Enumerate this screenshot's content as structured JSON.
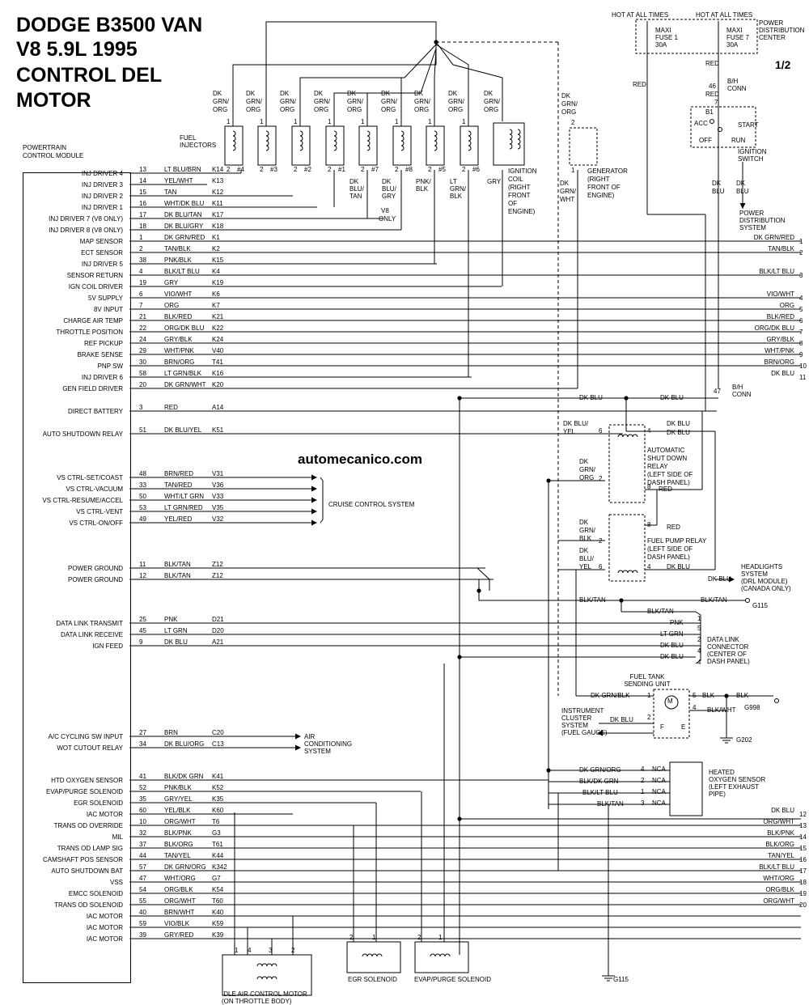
{
  "header": {
    "title_lines": [
      "DODGE B3500 VAN",
      "V8 5.9L 1995",
      "CONTROL DEL",
      "MOTOR"
    ],
    "page": "1/2",
    "watermark": "automecanico.com"
  },
  "pcm": {
    "title_lines": [
      "POWERTRAIN",
      "CONTROL MODULE"
    ],
    "pins": [
      {
        "label": "INJ DRIVER 4",
        "pin": "13",
        "color": "LT BLU/BRN",
        "circuit": "K14"
      },
      {
        "label": "INJ DRIVER 3",
        "pin": "14",
        "color": "YEL/WHT",
        "circuit": "K13"
      },
      {
        "label": "INJ DRIVER 2",
        "pin": "15",
        "color": "TAN",
        "circuit": "K12"
      },
      {
        "label": "INJ DRIVER 1",
        "pin": "16",
        "color": "WHT/DK BLU",
        "circuit": "K11"
      },
      {
        "label": "INJ DRIVER 7 (V8 ONLY)",
        "pin": "17",
        "color": "DK BLU/TAN",
        "circuit": "K17"
      },
      {
        "label": "INJ DRIVER 8 (V8 ONLY)",
        "pin": "18",
        "color": "DK BLU/GRY",
        "circuit": "K18"
      },
      {
        "label": "MAP SENSOR",
        "pin": "1",
        "color": "DK GRN/RED",
        "circuit": "K1"
      },
      {
        "label": "ECT SENSOR",
        "pin": "2",
        "color": "TAN/BLK",
        "circuit": "K2"
      },
      {
        "label": "INJ DRIVER 5",
        "pin": "38",
        "color": "PNK/BLK",
        "circuit": "K15"
      },
      {
        "label": "SENSOR RETURN",
        "pin": "4",
        "color": "BLK/LT BLU",
        "circuit": "K4"
      },
      {
        "label": "IGN COIL DRIVER",
        "pin": "19",
        "color": "GRY",
        "circuit": "K19"
      },
      {
        "label": "5V SUPPLY",
        "pin": "6",
        "color": "VIO/WHT",
        "circuit": "K6"
      },
      {
        "label": "8V INPUT",
        "pin": "7",
        "color": "ORG",
        "circuit": "K7"
      },
      {
        "label": "CHARGE AIR TEMP",
        "pin": "21",
        "color": "BLK/RED",
        "circuit": "K21"
      },
      {
        "label": "THROTTLE POSITION",
        "pin": "22",
        "color": "ORG/DK BLU",
        "circuit": "K22"
      },
      {
        "label": "REF PICKUP",
        "pin": "24",
        "color": "GRY/BLK",
        "circuit": "K24"
      },
      {
        "label": "BRAKE SENSE",
        "pin": "29",
        "color": "WHT/PNK",
        "circuit": "V40"
      },
      {
        "label": "PNP SW",
        "pin": "30",
        "color": "BRN/ORG",
        "circuit": "T41"
      },
      {
        "label": "INJ DRIVER 6",
        "pin": "58",
        "color": "LT GRN/BLK",
        "circuit": "K16"
      },
      {
        "label": "GEN FIELD DRIVER",
        "pin": "20",
        "color": "DK GRN/WHT",
        "circuit": "K20"
      },
      {
        "label": "DIRECT BATTERY",
        "pin": "3",
        "color": "RED",
        "circuit": "A14"
      },
      {
        "label": "AUTO SHUTDOWN RELAY",
        "pin": "51",
        "color": "DK BLU/YEL",
        "circuit": "K51"
      },
      {
        "label": "VS CTRL-SET/COAST",
        "pin": "48",
        "color": "BRN/RED",
        "circuit": "V31"
      },
      {
        "label": "VS CTRL-VACUUM",
        "pin": "33",
        "color": "TAN/RED",
        "circuit": "V36"
      },
      {
        "label": "VS CTRL-RESUME/ACCEL",
        "pin": "50",
        "color": "WHT/LT GRN",
        "circuit": "V33"
      },
      {
        "label": "VS CTRL-VENT",
        "pin": "53",
        "color": "LT GRN/RED",
        "circuit": "V35"
      },
      {
        "label": "VS CTRL-ON/OFF",
        "pin": "49",
        "color": "YEL/RED",
        "circuit": "V32"
      },
      {
        "label": "POWER GROUND",
        "pin": "11",
        "color": "BLK/TAN",
        "circuit": "Z12"
      },
      {
        "label": "POWER GROUND",
        "pin": "12",
        "color": "BLK/TAN",
        "circuit": "Z12"
      },
      {
        "label": "DATA LINK TRANSMIT",
        "pin": "25",
        "color": "PNK",
        "circuit": "D21"
      },
      {
        "label": "DATA LINK RECEIVE",
        "pin": "45",
        "color": "LT GRN",
        "circuit": "D20"
      },
      {
        "label": "IGN FEED",
        "pin": "9",
        "color": "DK BLU",
        "circuit": "A21"
      },
      {
        "label": "A/C CYCLING SW INPUT",
        "pin": "27",
        "color": "BRN",
        "circuit": "C20"
      },
      {
        "label": "WOT CUTOUT RELAY",
        "pin": "34",
        "color": "DK BLU/ORG",
        "circuit": "C13"
      },
      {
        "label": "HTD OXYGEN SENSOR",
        "pin": "41",
        "color": "BLK/DK GRN",
        "circuit": "K41"
      },
      {
        "label": "EVAP/PURGE SOLENOID",
        "pin": "52",
        "color": "PNK/BLK",
        "circuit": "K52"
      },
      {
        "label": "EGR SOLENOID",
        "pin": "35",
        "color": "GRY/YEL",
        "circuit": "K35"
      },
      {
        "label": "IAC MOTOR",
        "pin": "60",
        "color": "YEL/BLK",
        "circuit": "K60"
      },
      {
        "label": "TRANS OD OVERRIDE",
        "pin": "10",
        "color": "ORG/WHT",
        "circuit": "T6"
      },
      {
        "label": "MIL",
        "pin": "32",
        "color": "BLK/PNK",
        "circuit": "G3"
      },
      {
        "label": "TRANS OD LAMP SIG",
        "pin": "37",
        "color": "BLK/ORG",
        "circuit": "T61"
      },
      {
        "label": "CAMSHAFT POS SENSOR",
        "pin": "44",
        "color": "TAN/YEL",
        "circuit": "K44"
      },
      {
        "label": "AUTO SHUTDOWN BAT",
        "pin": "57",
        "color": "DK GRN/ORG",
        "circuit": "K342"
      },
      {
        "label": "VSS",
        "pin": "47",
        "color": "WHT/ORG",
        "circuit": "G7"
      },
      {
        "label": "EMCC SOLENOID",
        "pin": "54",
        "color": "ORG/BLK",
        "circuit": "K54"
      },
      {
        "label": "TRANS OD SOLENOID",
        "pin": "55",
        "color": "ORG/WHT",
        "circuit": "T60"
      },
      {
        "label": "IAC MOTOR",
        "pin": "40",
        "color": "BRN/WHT",
        "circuit": "K40"
      },
      {
        "label": "IAC MOTOR",
        "pin": "59",
        "color": "VIO/BLK",
        "circuit": "K59"
      },
      {
        "label": "IAC MOTOR",
        "pin": "39",
        "color": "GRY/RED",
        "circuit": "K39"
      }
    ]
  },
  "continuation": [
    {
      "color": "DK GRN/RED",
      "num": "1"
    },
    {
      "color": "TAN/BLK",
      "num": "2"
    },
    {
      "color": "BLK/LT BLU",
      "num": "3"
    },
    {
      "color": "VIO/WHT",
      "num": "4"
    },
    {
      "color": "ORG",
      "num": "5"
    },
    {
      "color": "BLK/RED",
      "num": "6"
    },
    {
      "color": "ORG/DK BLU",
      "num": "7"
    },
    {
      "color": "GRY/BLK",
      "num": "8"
    },
    {
      "color": "WHT/PNK",
      "num": "9"
    },
    {
      "color": "BRN/ORG",
      "num": "10"
    },
    {
      "color": "DK BLU",
      "num": "11"
    },
    {
      "color": "DK BLU",
      "num": "12"
    },
    {
      "color": "ORG/WHT",
      "num": "13"
    },
    {
      "color": "BLK/PNK",
      "num": "14"
    },
    {
      "color": "BLK/ORG",
      "num": "15"
    },
    {
      "color": "TAN/YEL",
      "num": "16"
    },
    {
      "color": "BLK/LT BLU",
      "num": "17"
    },
    {
      "color": "WHT/ORG",
      "num": "18"
    },
    {
      "color": "ORG/BLK",
      "num": "19"
    },
    {
      "color": "ORG/WHT",
      "num": "20"
    }
  ],
  "injectors": {
    "label_lines": [
      "FUEL",
      "INJECTORS"
    ],
    "supply_color": [
      "DK",
      "GRN/",
      "ORG"
    ],
    "numbers": [
      "#4",
      "#3",
      "#2",
      "#1",
      "#7",
      "#8",
      "#5",
      "#6"
    ],
    "v8_only": [
      "V8",
      "ONLY"
    ],
    "output_colors": [
      [
        "DK",
        "BLU/",
        "TAN"
      ],
      [
        "DK",
        "BLU/",
        "GRY"
      ],
      [
        "PNK/",
        "BLK"
      ],
      [
        "LT",
        "GRN/",
        "BLK"
      ],
      [
        "GRY"
      ]
    ]
  },
  "ignition_coil": [
    "IGNITION",
    "COIL",
    "(RIGHT",
    "FRONT",
    "OF",
    "ENGINE)"
  ],
  "generator": {
    "label": [
      "GENERATOR",
      "(RIGHT",
      "FRONT OF",
      "ENGINE)"
    ],
    "top_color": [
      "DK",
      "GRN/",
      "ORG"
    ],
    "bottom_color": [
      "DK",
      "GRN/",
      "WHT"
    ]
  },
  "power": {
    "hot_at_all_times": "HOT AT ALL TIMES",
    "fuse1": [
      "MAXI",
      "FUSE 1",
      "30A"
    ],
    "fuse7": [
      "MAXI",
      "FUSE 7",
      "30A"
    ],
    "pdc": [
      "POWER",
      "DISTRIBUTION",
      "CENTER"
    ],
    "red": "RED",
    "bh_conn": [
      "B/H",
      "CONN"
    ],
    "pin46": "46",
    "pin7": "7",
    "pin47": "47"
  },
  "ignition_switch": {
    "positions": [
      "B1",
      "ACC",
      "OFF",
      "START",
      "RUN"
    ],
    "label": [
      "IGNITION",
      "SWITCH"
    ],
    "out_colors": [
      [
        "DK",
        "BLU"
      ],
      [
        "DK",
        "BLU"
      ]
    ],
    "pds": [
      "POWER",
      "DISTRIBUTION",
      "SYSTEM"
    ]
  },
  "asd_relay": {
    "label": [
      "AUTOMATIC",
      "SHUT DOWN",
      "RELAY",
      "(LEFT SIDE OF",
      "DASH PANEL)"
    ],
    "coil_in": [
      "DK BLU/",
      "YEL"
    ],
    "dk_grn_org": [
      "DK",
      "GRN/",
      "ORG"
    ]
  },
  "fuel_pump_relay": {
    "label": [
      "FUEL PUMP RELAY",
      "(LEFT SIDE OF",
      "DASH PANEL)"
    ],
    "dk_grn_blk": [
      "DK",
      "GRN/",
      "BLK"
    ],
    "dk_blu_yel": [
      "DK",
      "BLU/",
      "YEL"
    ]
  },
  "cruise": "CRUISE CONTROL SYSTEM",
  "headlights": [
    "HEADLIGHTS",
    "SYSTEM",
    "(DRL MODULE)",
    "(CANADA ONLY)"
  ],
  "ground_g115": "G115",
  "data_link": [
    "DATA LINK",
    "CONNECTOR",
    "(CENTER OF",
    "DASH PANEL)"
  ],
  "fuel_tank": {
    "label": [
      "FUEL TANK",
      "SENDING UNIT"
    ],
    "cluster": [
      "INSTRUMENT",
      "CLUSTER",
      "SYSTEM",
      "(FUEL GAUGE)"
    ],
    "g998": "G998",
    "g202": "G202"
  },
  "ac_system": [
    "AIR",
    "CONDITIONING",
    "SYSTEM"
  ],
  "o2_sensor": {
    "label": [
      "HEATED",
      "OXYGEN SENSOR",
      "(LEFT EXHAUST",
      "PIPE)"
    ],
    "nca": "NCA"
  },
  "egr_solenoid": "EGR SOLENOID",
  "evap_solenoid": "EVAP/PURGE SOLENOID",
  "iac_motor": [
    "IDLE AIR CONTROL MOTOR",
    "(ON THROTTLE BODY)"
  ],
  "wire_text": {
    "dk_blu": "DK BLU",
    "red": "RED",
    "blk": "BLK",
    "blk_wht": "BLK/WHT",
    "blk_tan": "BLK/TAN",
    "pnk": "PNK",
    "lt_grn": "LT GRN",
    "dk_grn_blk": "DK GRN/BLK",
    "dk_grn_org": "DK GRN/ORG",
    "blk_dk_grn": "BLK/DK GRN",
    "blk_lt_blu": "BLK/LT BLU"
  }
}
